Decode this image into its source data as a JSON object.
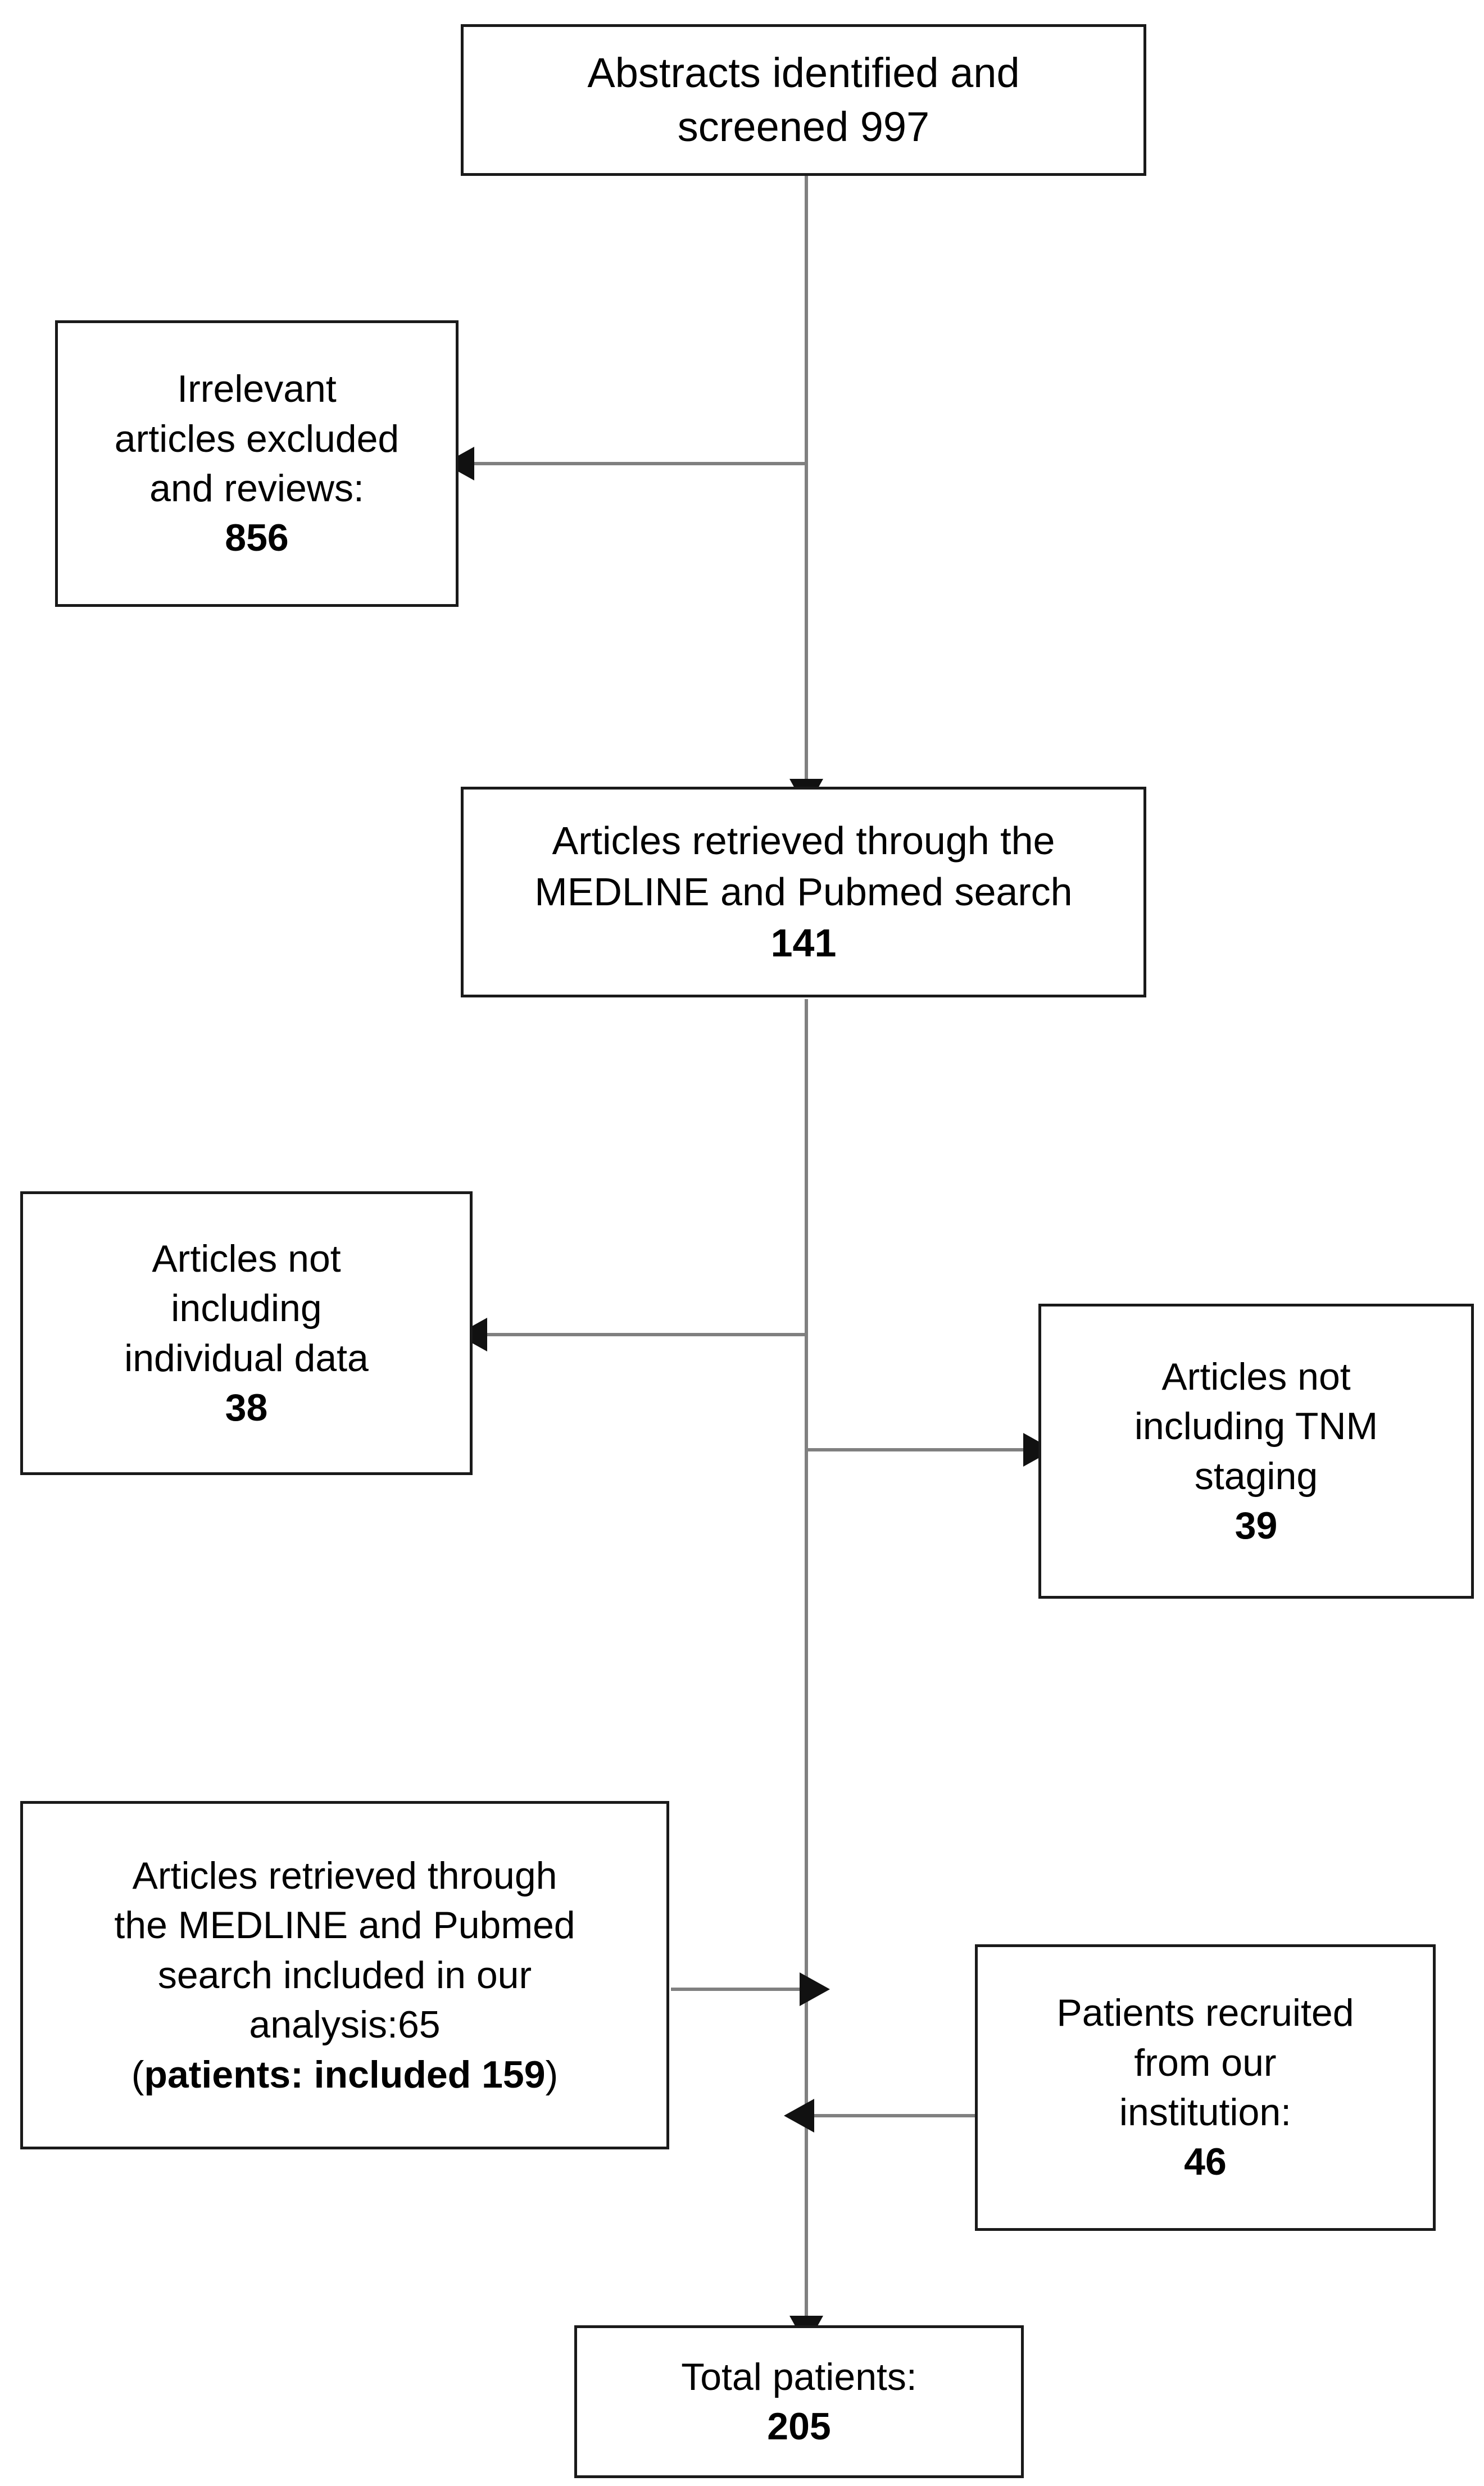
{
  "diagram": {
    "type": "flowchart",
    "orientation": "top-to-bottom",
    "style": {
      "box_border_color": "#1a1a1a",
      "box_fill_color": "#ffffff",
      "connector_color": "#808080",
      "text_color": "#000000",
      "background_color": "#ffffff"
    },
    "nodes": {
      "screened": {
        "line1": "Abstracts identified and",
        "line2": "screened 997",
        "count": "997"
      },
      "irrelevant": {
        "line1": "Irrelevant",
        "line2": "articles excluded",
        "line3": "and reviews:",
        "count": "856"
      },
      "medline": {
        "line1": "Articles retrieved through the",
        "line2": "MEDLINE and  Pubmed search",
        "count": "141"
      },
      "no_individual_data": {
        "line1": "Articles not",
        "line2": "including",
        "line3": "individual data",
        "count": "38"
      },
      "no_tnm_staging": {
        "line1": "Articles not",
        "line2": "including TNM",
        "line3": "staging",
        "count": "39"
      },
      "included": {
        "line1": "Articles retrieved through",
        "line2": "the MEDLINE and  Pubmed",
        "line3": "search included in our",
        "line4": "analysis:65",
        "line5_open": "(",
        "line5_bold": "patients: included 159",
        "line5_close": ")"
      },
      "institution": {
        "line1": "Patients recruited",
        "line2": "from our",
        "line3": "institution:",
        "count": "46"
      },
      "total": {
        "line1": "Total patients:",
        "count": "205"
      }
    },
    "edges": [
      {
        "from": "screened",
        "to": "medline",
        "direction": "down",
        "arrowhead": true
      },
      {
        "from": "spine",
        "to": "irrelevant",
        "direction": "left",
        "arrowhead": true
      },
      {
        "from": "spine",
        "to": "no_individual_data",
        "direction": "left",
        "arrowhead": true
      },
      {
        "from": "spine",
        "to": "no_tnm_staging",
        "direction": "right",
        "arrowhead": true
      },
      {
        "from": "included",
        "to": "spine",
        "direction": "right",
        "arrowhead": true
      },
      {
        "from": "institution",
        "to": "spine",
        "direction": "left",
        "arrowhead": true
      },
      {
        "from": "spine",
        "to": "total",
        "direction": "down",
        "arrowhead": true
      }
    ]
  }
}
